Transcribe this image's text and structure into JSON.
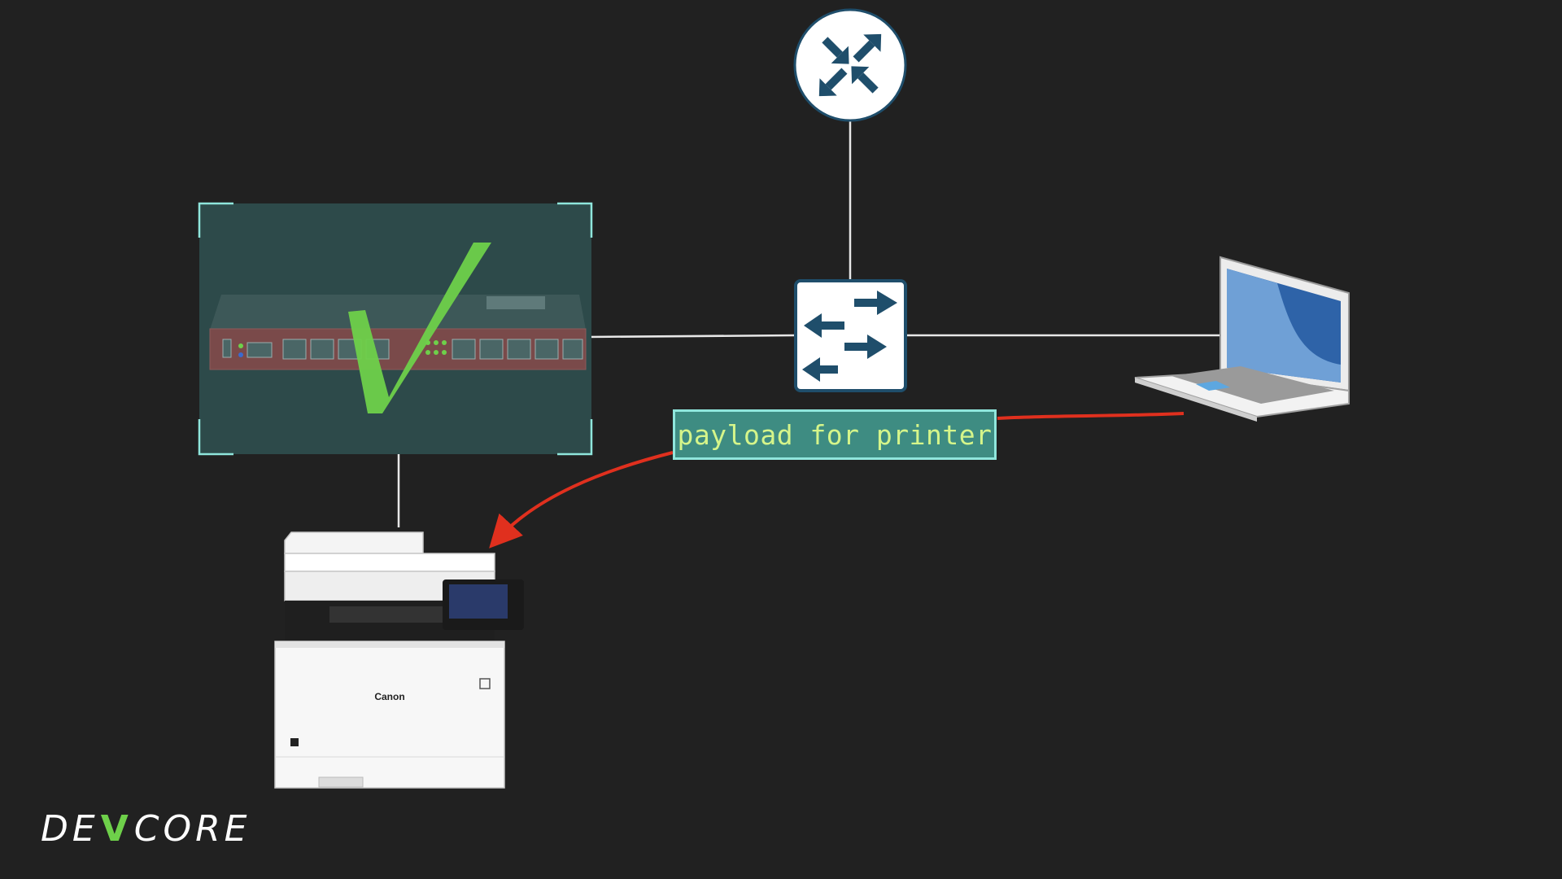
{
  "diagram": {
    "nodes": [
      {
        "id": "gateway",
        "kind": "gateway-router"
      },
      {
        "id": "switch",
        "kind": "network-switch"
      },
      {
        "id": "mikrotik",
        "kind": "router-device",
        "status": "compromised-checkmark"
      },
      {
        "id": "laptop",
        "kind": "laptop"
      },
      {
        "id": "printer",
        "kind": "printer",
        "brand": "Canon"
      }
    ],
    "links": [
      [
        "gateway",
        "switch"
      ],
      [
        "mikrotik",
        "switch"
      ],
      [
        "switch",
        "laptop"
      ],
      [
        "mikrotik",
        "printer"
      ]
    ],
    "flow": {
      "from": "laptop",
      "to": "printer",
      "color": "#e0301e"
    }
  },
  "payload_label": "payload for printer",
  "printer_brand": "Canon",
  "logo": {
    "prefix": "DE",
    "mark": "V",
    "suffix": "CORE"
  },
  "colors": {
    "background": "#212121",
    "accent_green": "#6ed04a",
    "icon_blue": "#1f4e6b",
    "arrow_red": "#e0301e",
    "payload_bg": "#3e8c82",
    "payload_text": "#d5f58a"
  }
}
